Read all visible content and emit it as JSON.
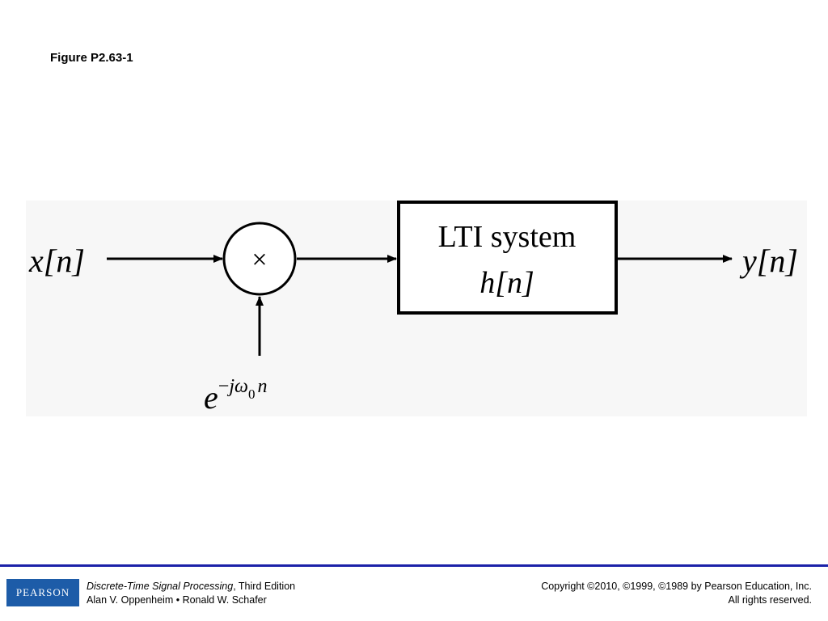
{
  "figure": {
    "title": "Figure P2.63-1"
  },
  "diagram": {
    "input_label": "x[n]",
    "multiplier_symbol": "×",
    "modulation": {
      "base": "e",
      "exponent_sign": "−",
      "exponent_j": "j",
      "exponent_omega": "ω",
      "exponent_sub": "0",
      "exponent_n": "n"
    },
    "system_label": "LTI system",
    "impulse_response": "h[n]",
    "output_label": "y[n]"
  },
  "footer": {
    "logo_text": "PEARSON",
    "book_title": "Discrete-Time Signal Processing",
    "edition": ", Third Edition",
    "authors": "Alan V. Oppenheim • Ronald W. Schafer",
    "copyright": "Copyright ©2010, ©1999, ©1989 by Pearson Education, Inc.",
    "rights": "All rights reserved."
  }
}
